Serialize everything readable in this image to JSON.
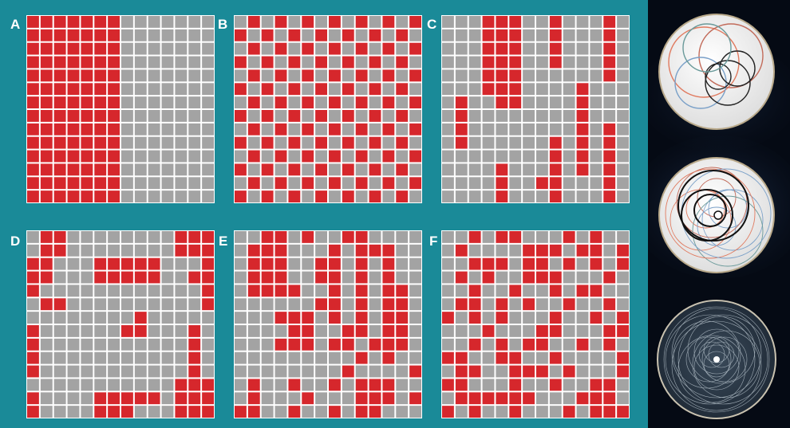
{
  "colors": {
    "panel_background": "#1a8a98",
    "filled_cell": "#d6272c",
    "empty_cell": "#a3a3a3",
    "grid_line": "#ffffff",
    "photo_background": "#050a14"
  },
  "grid_size": 14,
  "patterns": [
    {
      "letter": "A",
      "rows": [
        "11111110000000",
        "11111110000000",
        "11111110000000",
        "11111110000000",
        "11111110000000",
        "11111110000000",
        "11111110000000",
        "11111110000000",
        "11111110000000",
        "11111110000000",
        "11111110000000",
        "11111110000000",
        "11111110000000",
        "11111110000000"
      ]
    },
    {
      "letter": "B",
      "rows": [
        "01010101010101",
        "10101010101010",
        "01010101010101",
        "10101010101010",
        "01010101010101",
        "10101010101010",
        "01010101010101",
        "10101010101010",
        "01010101010101",
        "10101010101010",
        "01010101010101",
        "10101010101010",
        "01010101010101",
        "10101010101010"
      ]
    },
    {
      "letter": "C",
      "rows": [
        "00011100100010",
        "00011100100010",
        "00011100100010",
        "00011100100010",
        "00011100000010",
        "00011100001000",
        "01001100001000",
        "01000000001000",
        "01000000001010",
        "01000000101010",
        "00000000101010",
        "00001000101010",
        "00001001100010",
        "00001000100010"
      ]
    },
    {
      "letter": "D",
      "rows": [
        "01100000000111",
        "01100000000111",
        "11000111110001",
        "11000111110011",
        "10000000000001",
        "01100000000001",
        "00000000100000",
        "10000001100010",
        "10000000000010",
        "10000000000010",
        "10000000000010",
        "00000000000111",
        "10000111110111",
        "10000111000111"
      ]
    },
    {
      "letter": "E",
      "rows": [
        "00110100110000",
        "01110001011100",
        "01110011010100",
        "01110011010100",
        "01111001010110",
        "00000011010110",
        "00011101010110",
        "00001100110110",
        "00011101101110",
        "00000000010100",
        "00000000100001",
        "01001001011100",
        "01000100011101",
        "11001001011000"
      ]
    },
    {
      "letter": "F",
      "rows": [
        "00101100010100",
        "01000011101101",
        "00111011010101",
        "01010011100010",
        "00100100101100",
        "01101010010010",
        "10101000100101",
        "00010001100011",
        "00101011001010",
        "11001100100001",
        "01100111010001",
        "11000100100110",
        "01111110001110",
        "10100100010111"
      ]
    }
  ],
  "photos": [
    {
      "name": "disc-sparse-orbits"
    },
    {
      "name": "disc-dense-spiral"
    },
    {
      "name": "disc-full-spiral"
    }
  ]
}
